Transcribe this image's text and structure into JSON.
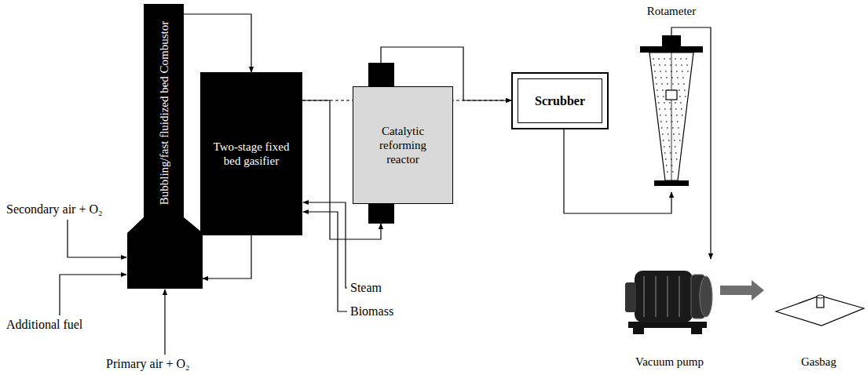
{
  "diagram": {
    "nodes": [
      {
        "text": [
          "Bubbling/fast fluidized bed Combustor"
        ]
      },
      {
        "text": [
          "Two-stage fixed bed gasifier"
        ]
      },
      {
        "text": [
          "Catalytic reforming reactor"
        ]
      },
      {
        "text": [
          "Scrubber"
        ]
      },
      {
        "text": [
          "Rotameter"
        ]
      },
      {
        "text": [
          "Vacuum pump"
        ]
      },
      {
        "text": [
          "Gasbag"
        ]
      }
    ],
    "edges": [
      {
        "from": 0,
        "to": 1,
        "arrow": "to"
      },
      {
        "from": 1,
        "to": 0,
        "arrow": "to"
      },
      {
        "from": 1,
        "to": 3,
        "arrow": "to"
      },
      {
        "from": 1,
        "to": 2,
        "arrow": "to"
      },
      {
        "from": 2,
        "to": 3,
        "arrow": "to"
      },
      {
        "from": 3,
        "to": 4,
        "arrow": "to"
      },
      {
        "from": 4,
        "to": 5,
        "arrow": "to"
      },
      {
        "from": 5,
        "to": 6,
        "arrow": "to"
      }
    ],
    "labels": [
      "Secondary air + O₂",
      "Additional fuel",
      "Primary air + O₂",
      "Steam",
      "Biomass"
    ]
  }
}
